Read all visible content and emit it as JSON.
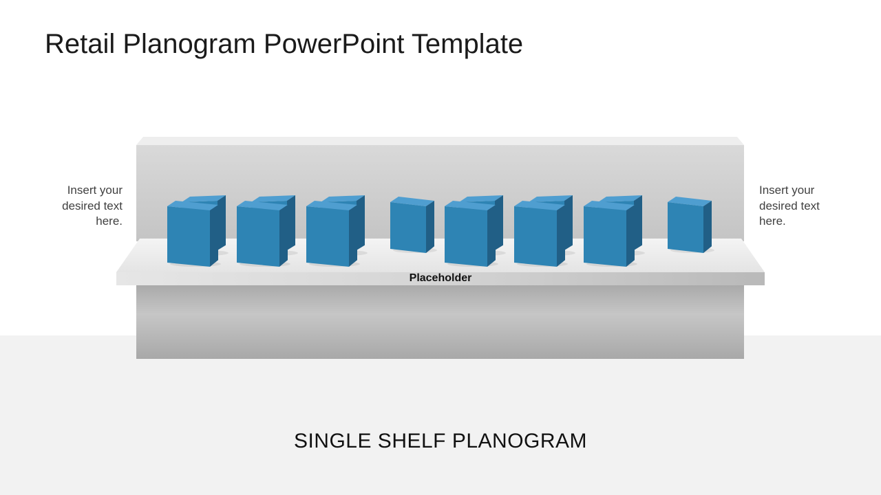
{
  "slide": {
    "title": "Retail Planogram PowerPoint Template",
    "subtitle": "SINGLE SHELF PLANOGRAM",
    "left_text": "Insert your desired text here.",
    "right_text": "Insert your desired text here.",
    "shelf_label": "Placeholder"
  },
  "shelf": {
    "product_color": "#2e84b4",
    "product_top_color": "#4f9ed0",
    "product_side_color": "#215f86",
    "product_groups": [
      {
        "boxes": 2
      },
      {
        "boxes": 2
      },
      {
        "boxes": 2
      },
      {
        "boxes": 1
      },
      {
        "boxes": 2
      },
      {
        "boxes": 2
      },
      {
        "boxes": 2
      },
      {
        "boxes": 1
      }
    ]
  }
}
